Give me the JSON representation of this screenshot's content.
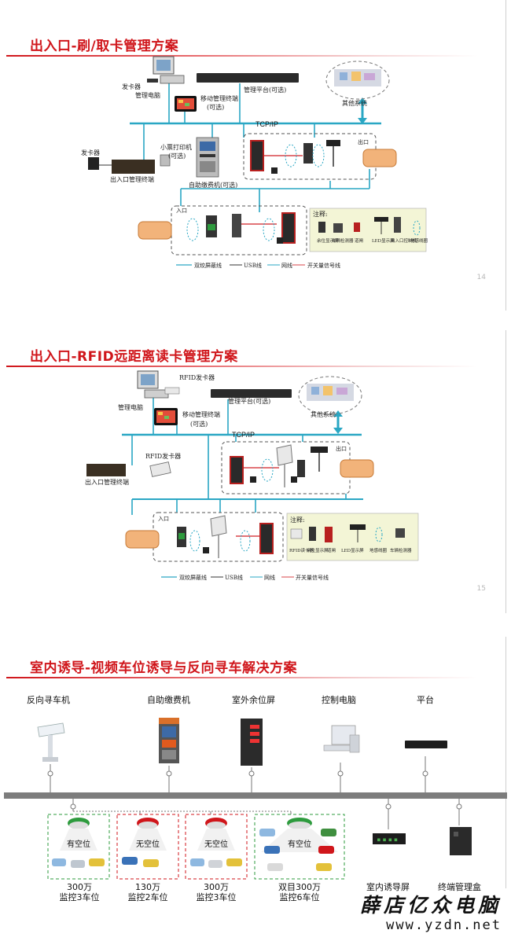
{
  "colors": {
    "accent": "#d0161b",
    "bus": "#2aa7c4",
    "usb": "#333333",
    "signal": "#d8454a",
    "note_bg": "#f3f5d6"
  },
  "slide1": {
    "title": "出入口-刷/取卡管理方案",
    "labels": {
      "card_issuer_pc": "发卡器",
      "mgmt_pc": "管理电脑",
      "platform": "管理平台(可选)",
      "mobile_terminal": "移动管理终端",
      "optional": "(可选)",
      "other_system": "其他系统",
      "tcpip": "TCP/IP",
      "card_issuer": "发卡器",
      "ticket_printer": "小票打印机",
      "ticket_printer_opt": "(可选)",
      "entry_terminal": "出入口管理终端",
      "kiosk": "自助缴费机(可选)",
      "exit": "出口",
      "entry": "入口",
      "note_title": "注释:"
    },
    "notes": [
      {
        "label": "余位显示屏"
      },
      {
        "label": "车辆检测器"
      },
      {
        "label": "道闸"
      },
      {
        "label": "LED显示屏"
      },
      {
        "label": "出入口控制机"
      },
      {
        "label": "地感线圈"
      }
    ],
    "legend": [
      "双绞屏蔽线",
      "USB线",
      "网线",
      "开关量信号线"
    ],
    "slide_no": "14"
  },
  "slide2": {
    "title": "出入口-RFID远距离读卡管理方案",
    "labels": {
      "rfid_issuer_pc": "RFID发卡器",
      "mgmt_pc": "管理电脑",
      "platform": "管理平台(可选)",
      "mobile_terminal": "移动管理终端",
      "optional": "(可选)",
      "other_system": "其他系统",
      "tcpip": "TCP/IP",
      "rfid_issuer": "RFID发卡器",
      "entry_terminal": "出入口管理终端",
      "exit": "出口",
      "entry": "入口",
      "note_title": "注释:"
    },
    "notes": [
      {
        "label": "RFID读卡器"
      },
      {
        "label": "余位显示屏"
      },
      {
        "label": "道闸"
      },
      {
        "label": "LED显示屏"
      },
      {
        "label": "地感线圈"
      },
      {
        "label": "车辆检测器"
      }
    ],
    "legend": [
      "双绞屏蔽线",
      "USB线",
      "网线",
      "开关量信号线"
    ],
    "slide_no": "15"
  },
  "slide3": {
    "title": "室内诱导-视频车位诱导与反向寻车解决方案",
    "devices": [
      "反向寻车机",
      "自助缴费机",
      "室外余位屏",
      "控制电脑",
      "平台"
    ],
    "cameras": [
      {
        "status": "有空位",
        "resolution": "300万",
        "coverage": "监控3车位",
        "led": "#2e9b3e"
      },
      {
        "status": "无空位",
        "resolution": "130万",
        "coverage": "监控2车位",
        "led": "#d0161b"
      },
      {
        "status": "无空位",
        "resolution": "300万",
        "coverage": "监控3车位",
        "led": "#d0161b"
      },
      {
        "status": "有空位",
        "resolution": "双目300万",
        "coverage": "监控6车位",
        "led": "#2e9b3e"
      }
    ],
    "right_devices": [
      "室内诱导屏",
      "终端管理盒"
    ]
  },
  "watermark": {
    "name": "薛店亿众电脑",
    "url": "www.yzdn.net"
  }
}
